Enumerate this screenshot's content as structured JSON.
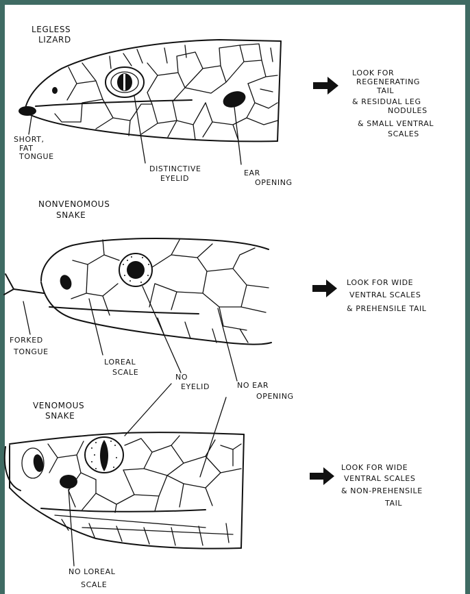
{
  "legless_lizard": {
    "title_line1": "LEGLESS",
    "title_line2": "LIZARD",
    "label_tongue": [
      "SHORT,",
      "FAT",
      "TONGUE"
    ],
    "label_eyelid": [
      "DISTINCTIVE",
      "EYELID"
    ],
    "label_ear": [
      "EAR",
      "OPENING"
    ],
    "note": [
      "LOOK FOR",
      "REGENERATING",
      "TAIL",
      "& RESIDUAL LEG",
      "NODULES",
      "& SMALL VENTRAL",
      "SCALES"
    ]
  },
  "nonvenomous_snake": {
    "title_line1": "NONVENOMOUS",
    "title_line2": "SNAKE",
    "label_tongue": [
      "FORKED",
      "TONGUE"
    ],
    "label_loreal": [
      "LOREAL",
      "SCALE"
    ],
    "note": [
      "LOOK FOR WIDE",
      "VENTRAL SCALES",
      "& PREHENSILE TAIL"
    ]
  },
  "shared_labels": {
    "no_eyelid": [
      "NO",
      "EYELID"
    ],
    "no_ear": [
      "NO EAR",
      "OPENING"
    ]
  },
  "venomous_snake": {
    "title_line1": "VENOMOUS",
    "title_line2": "SNAKE",
    "label_loreal": [
      "NO LOREAL",
      "SCALE"
    ],
    "note": [
      "LOOK FOR WIDE",
      "VENTRAL SCALES",
      "& NON-PREHENSILE",
      "TAIL"
    ]
  },
  "colors": {
    "frame": "#3f6b63",
    "ink": "#111111",
    "paper": "#ffffff"
  }
}
